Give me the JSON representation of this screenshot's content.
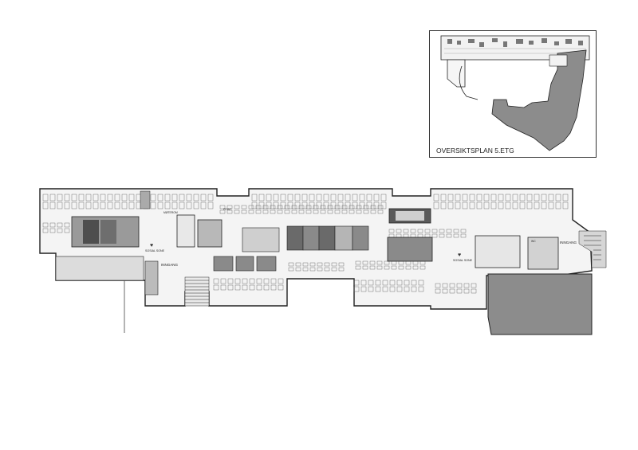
{
  "overview": {
    "caption": "OVERSIKTSPLAN 5.ETG"
  },
  "plan": {
    "entrance_labels": [
      "INNGANG",
      "INNGANG"
    ],
    "zone_labels": [
      "SOSIAL SONE",
      "SOSIAL SONE"
    ],
    "room_labels": [
      "MØTEROM",
      "PRINT",
      "WC"
    ]
  },
  "colors": {
    "wall": "#222222",
    "floor": "#f4f4f4",
    "room_dark": "#5a5a5a",
    "room_mid": "#8a8a8a",
    "room_light": "#bdbdbd",
    "neighbor_block": "#8c8c8c"
  }
}
